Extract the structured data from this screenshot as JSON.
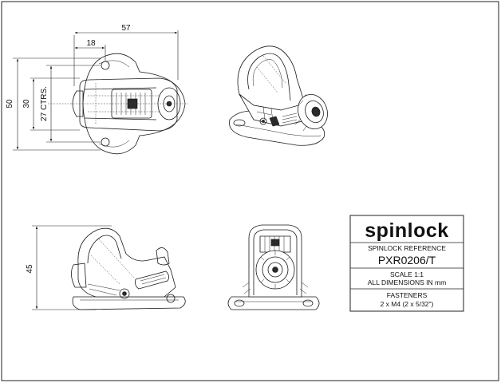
{
  "dimensions": {
    "width_57": "57",
    "width_18": "18",
    "height_50": "50",
    "height_30": "30",
    "ctrs_27": "27 CTRS.",
    "height_45": "45"
  },
  "title_block": {
    "brand": "spinlock",
    "reference_label": "SPINLOCK REFERENCE",
    "reference_value": "PXR0206/T",
    "scale": "SCALE 1:1",
    "units": "ALL DIMENSIONS IN mm",
    "fasteners_label": "FASTENERS",
    "fasteners_value": "2 x M4 (2 x 5/32\")"
  }
}
